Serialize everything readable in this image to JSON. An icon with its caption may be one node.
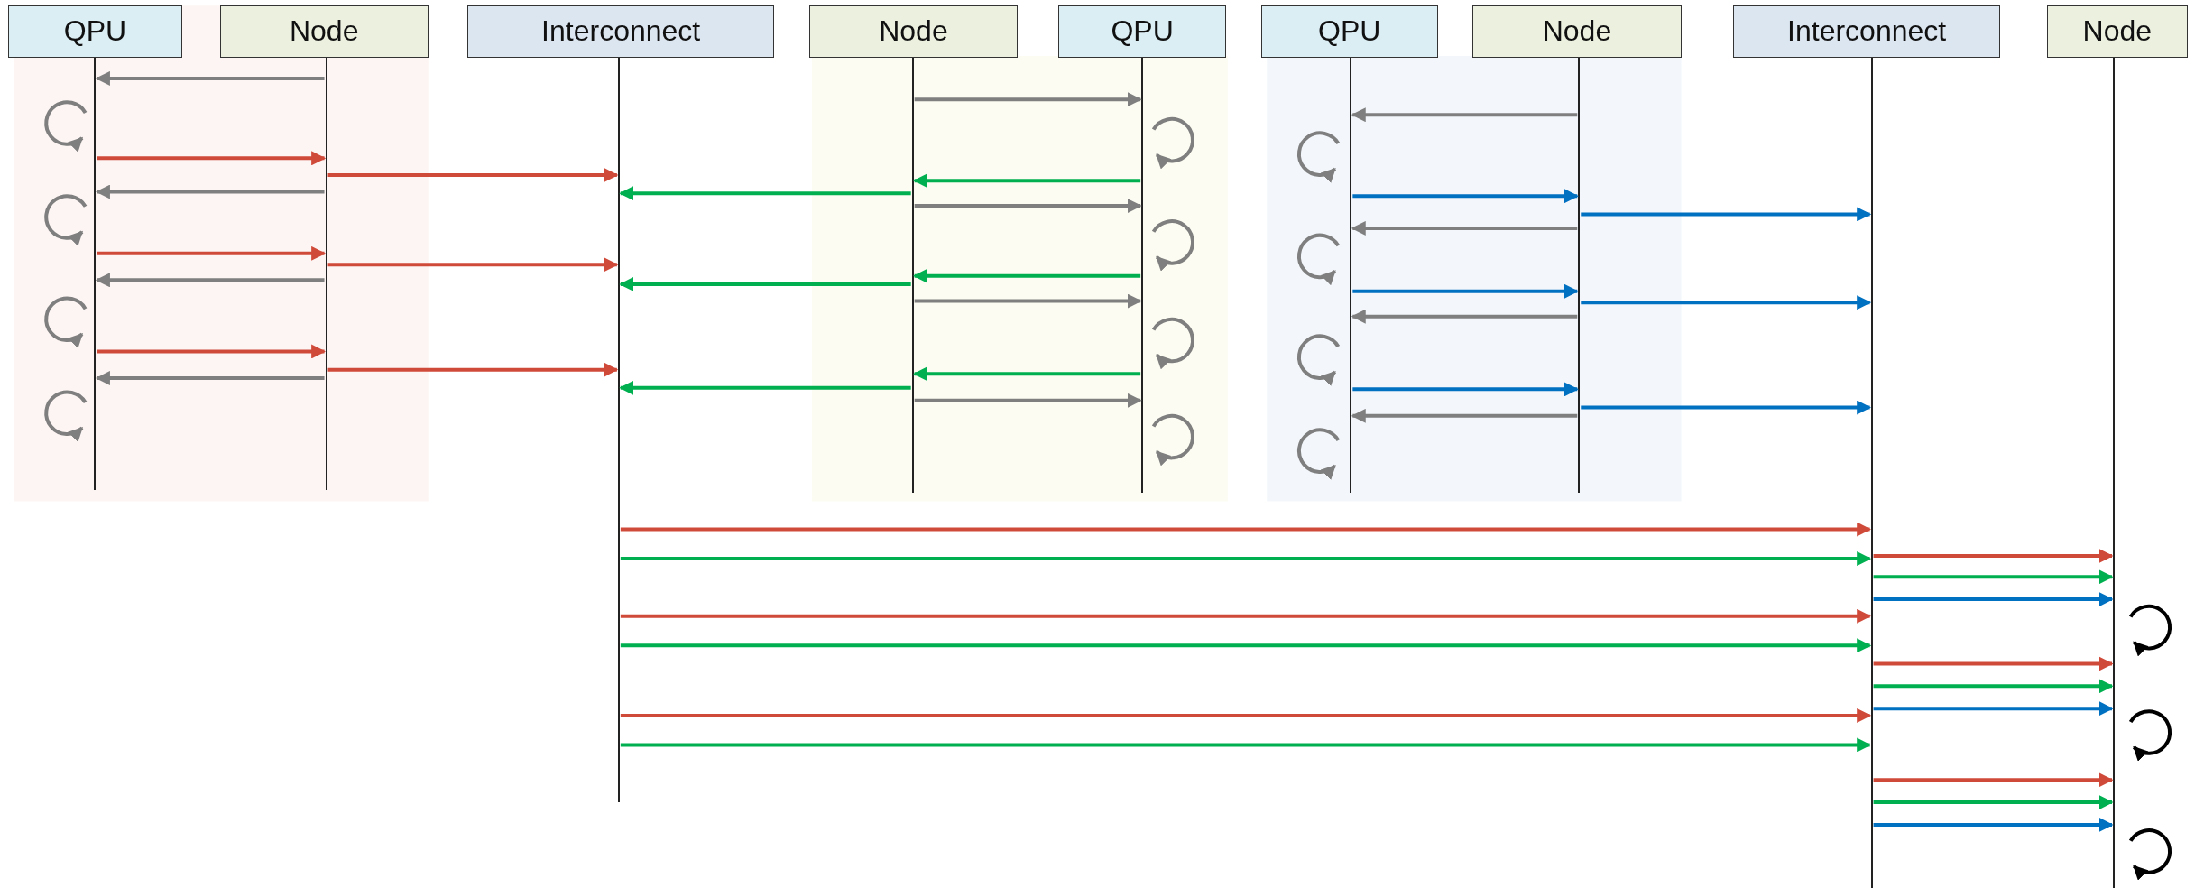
{
  "diagram": {
    "nodes": [
      {
        "text": [
          "QPU"
        ]
      },
      {
        "text": [
          "Node"
        ]
      },
      {
        "text": [
          "Interconnect"
        ]
      },
      {
        "text": [
          "Node"
        ]
      },
      {
        "text": [
          "QPU"
        ]
      },
      {
        "text": [
          "QPU"
        ]
      },
      {
        "text": [
          "Node"
        ]
      },
      {
        "text": [
          "Interconnect"
        ]
      },
      {
        "text": [
          "Node"
        ]
      }
    ],
    "edges": [
      {
        "from": 1,
        "to": 0,
        "arrow": "to",
        "color": "#7f7f7f"
      },
      {
        "from": 0,
        "to": 1,
        "arrow": "to",
        "color": "#d04a3a"
      },
      {
        "from": 1,
        "to": 2,
        "arrow": "to",
        "color": "#d04a3a"
      },
      {
        "from": 1,
        "to": 0,
        "arrow": "to",
        "color": "#7f7f7f"
      },
      {
        "from": 0,
        "to": 1,
        "arrow": "to",
        "color": "#d04a3a"
      },
      {
        "from": 1,
        "to": 2,
        "arrow": "to",
        "color": "#d04a3a"
      },
      {
        "from": 1,
        "to": 0,
        "arrow": "to",
        "color": "#7f7f7f"
      },
      {
        "from": 0,
        "to": 1,
        "arrow": "to",
        "color": "#d04a3a"
      },
      {
        "from": 1,
        "to": 2,
        "arrow": "to",
        "color": "#d04a3a"
      },
      {
        "from": 1,
        "to": 0,
        "arrow": "to",
        "color": "#7f7f7f"
      },
      {
        "from": 3,
        "to": 4,
        "arrow": "to",
        "color": "#7f7f7f"
      },
      {
        "from": 4,
        "to": 3,
        "arrow": "to",
        "color": "#00b050"
      },
      {
        "from": 3,
        "to": 2,
        "arrow": "to",
        "color": "#00b050"
      },
      {
        "from": 3,
        "to": 4,
        "arrow": "to",
        "color": "#7f7f7f"
      },
      {
        "from": 4,
        "to": 3,
        "arrow": "to",
        "color": "#00b050"
      },
      {
        "from": 3,
        "to": 2,
        "arrow": "to",
        "color": "#00b050"
      },
      {
        "from": 3,
        "to": 4,
        "arrow": "to",
        "color": "#7f7f7f"
      },
      {
        "from": 4,
        "to": 3,
        "arrow": "to",
        "color": "#00b050"
      },
      {
        "from": 3,
        "to": 2,
        "arrow": "to",
        "color": "#00b050"
      },
      {
        "from": 3,
        "to": 4,
        "arrow": "to",
        "color": "#7f7f7f"
      },
      {
        "from": 6,
        "to": 5,
        "arrow": "to",
        "color": "#7f7f7f"
      },
      {
        "from": 5,
        "to": 6,
        "arrow": "to",
        "color": "#0070c0"
      },
      {
        "from": 6,
        "to": 7,
        "arrow": "to",
        "color": "#0070c0"
      },
      {
        "from": 6,
        "to": 5,
        "arrow": "to",
        "color": "#7f7f7f"
      },
      {
        "from": 5,
        "to": 6,
        "arrow": "to",
        "color": "#0070c0"
      },
      {
        "from": 6,
        "to": 7,
        "arrow": "to",
        "color": "#0070c0"
      },
      {
        "from": 6,
        "to": 5,
        "arrow": "to",
        "color": "#7f7f7f"
      },
      {
        "from": 5,
        "to": 6,
        "arrow": "to",
        "color": "#0070c0"
      },
      {
        "from": 6,
        "to": 7,
        "arrow": "to",
        "color": "#0070c0"
      },
      {
        "from": 6,
        "to": 5,
        "arrow": "to",
        "color": "#7f7f7f"
      },
      {
        "from": 2,
        "to": 7,
        "arrow": "to",
        "color": "#d04a3a"
      },
      {
        "from": 2,
        "to": 7,
        "arrow": "to",
        "color": "#00b050"
      },
      {
        "from": 7,
        "to": 8,
        "arrow": "to",
        "color": "#d04a3a"
      },
      {
        "from": 7,
        "to": 8,
        "arrow": "to",
        "color": "#00b050"
      },
      {
        "from": 7,
        "to": 8,
        "arrow": "to",
        "color": "#0070c0"
      },
      {
        "from": 2,
        "to": 7,
        "arrow": "to",
        "color": "#d04a3a"
      },
      {
        "from": 2,
        "to": 7,
        "arrow": "to",
        "color": "#00b050"
      },
      {
        "from": 7,
        "to": 8,
        "arrow": "to",
        "color": "#d04a3a"
      },
      {
        "from": 7,
        "to": 8,
        "arrow": "to",
        "color": "#00b050"
      },
      {
        "from": 7,
        "to": 8,
        "arrow": "to",
        "color": "#0070c0"
      },
      {
        "from": 2,
        "to": 7,
        "arrow": "to",
        "color": "#d04a3a"
      },
      {
        "from": 2,
        "to": 7,
        "arrow": "to",
        "color": "#00b050"
      },
      {
        "from": 7,
        "to": 8,
        "arrow": "to",
        "color": "#d04a3a"
      },
      {
        "from": 7,
        "to": 8,
        "arrow": "to",
        "color": "#00b050"
      },
      {
        "from": 7,
        "to": 8,
        "arrow": "to",
        "color": "#0070c0"
      }
    ]
  }
}
